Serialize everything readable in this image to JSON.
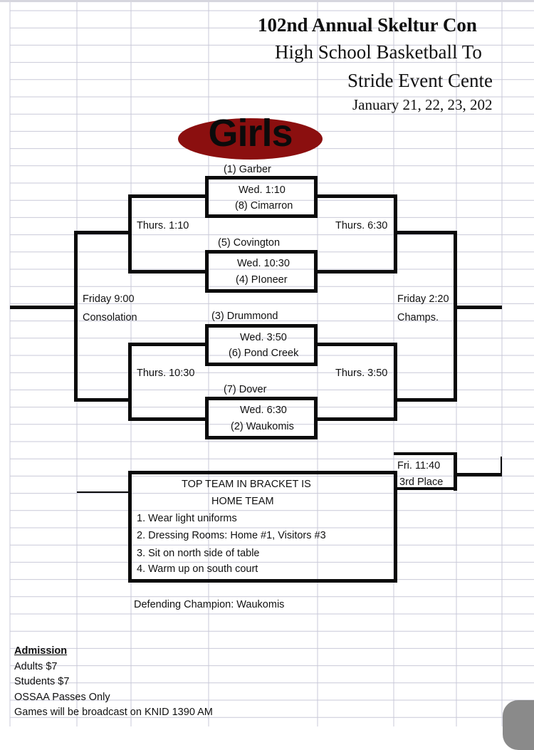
{
  "title": {
    "line1": "102nd Annual Skeltur Con",
    "line2": "High School Basketball To",
    "line3": "Stride Event Cente",
    "line4": "January 21, 22, 23, 202"
  },
  "division": "Girls",
  "bracket": {
    "teams": {
      "t1": "(1) Garber",
      "t8": "(8)  Cimarron",
      "t5": "(5)  Covington",
      "t4": "(4)  PIoneer",
      "t3": "(3) Drummond",
      "t6": "(6) Pond Creek",
      "t7": "(7)  Dover",
      "t2": "(2)  Waukomis"
    },
    "games": {
      "g1": "Wed.  1:10",
      "g2": "Wed. 10:30",
      "g3": "Wed. 3:50",
      "g4": "Wed. 6:30",
      "thurs_l_top": "Thurs. 1:10",
      "thurs_l_bot": "Thurs. 10:30",
      "thurs_r_top": "Thurs. 6:30",
      "thurs_r_bot": "Thurs. 3:50",
      "fri_left": "Friday 9:00",
      "consolation": "Consolation",
      "fri_right": "Friday 2:20",
      "champs": "Champs.",
      "third_time": "Fri. 11:40",
      "third": "3rd Place"
    }
  },
  "notes": {
    "header1": "TOP TEAM IN BRACKET IS",
    "header2": "HOME TEAM",
    "items": [
      "1. Wear light uniforms",
      "2. Dressing Rooms: Home #1, Visitors #3",
      "3. Sit on north side of table",
      "4. Warm up on south court"
    ]
  },
  "defending": "Defending Champion:  Waukomis",
  "admission": {
    "heading": "Admission",
    "adults": "Adults $7",
    "students": "Students $7",
    "passes": "OSSAA Passes Only",
    "broadcast": "Games will be broadcast on KNID 1390 AM"
  }
}
